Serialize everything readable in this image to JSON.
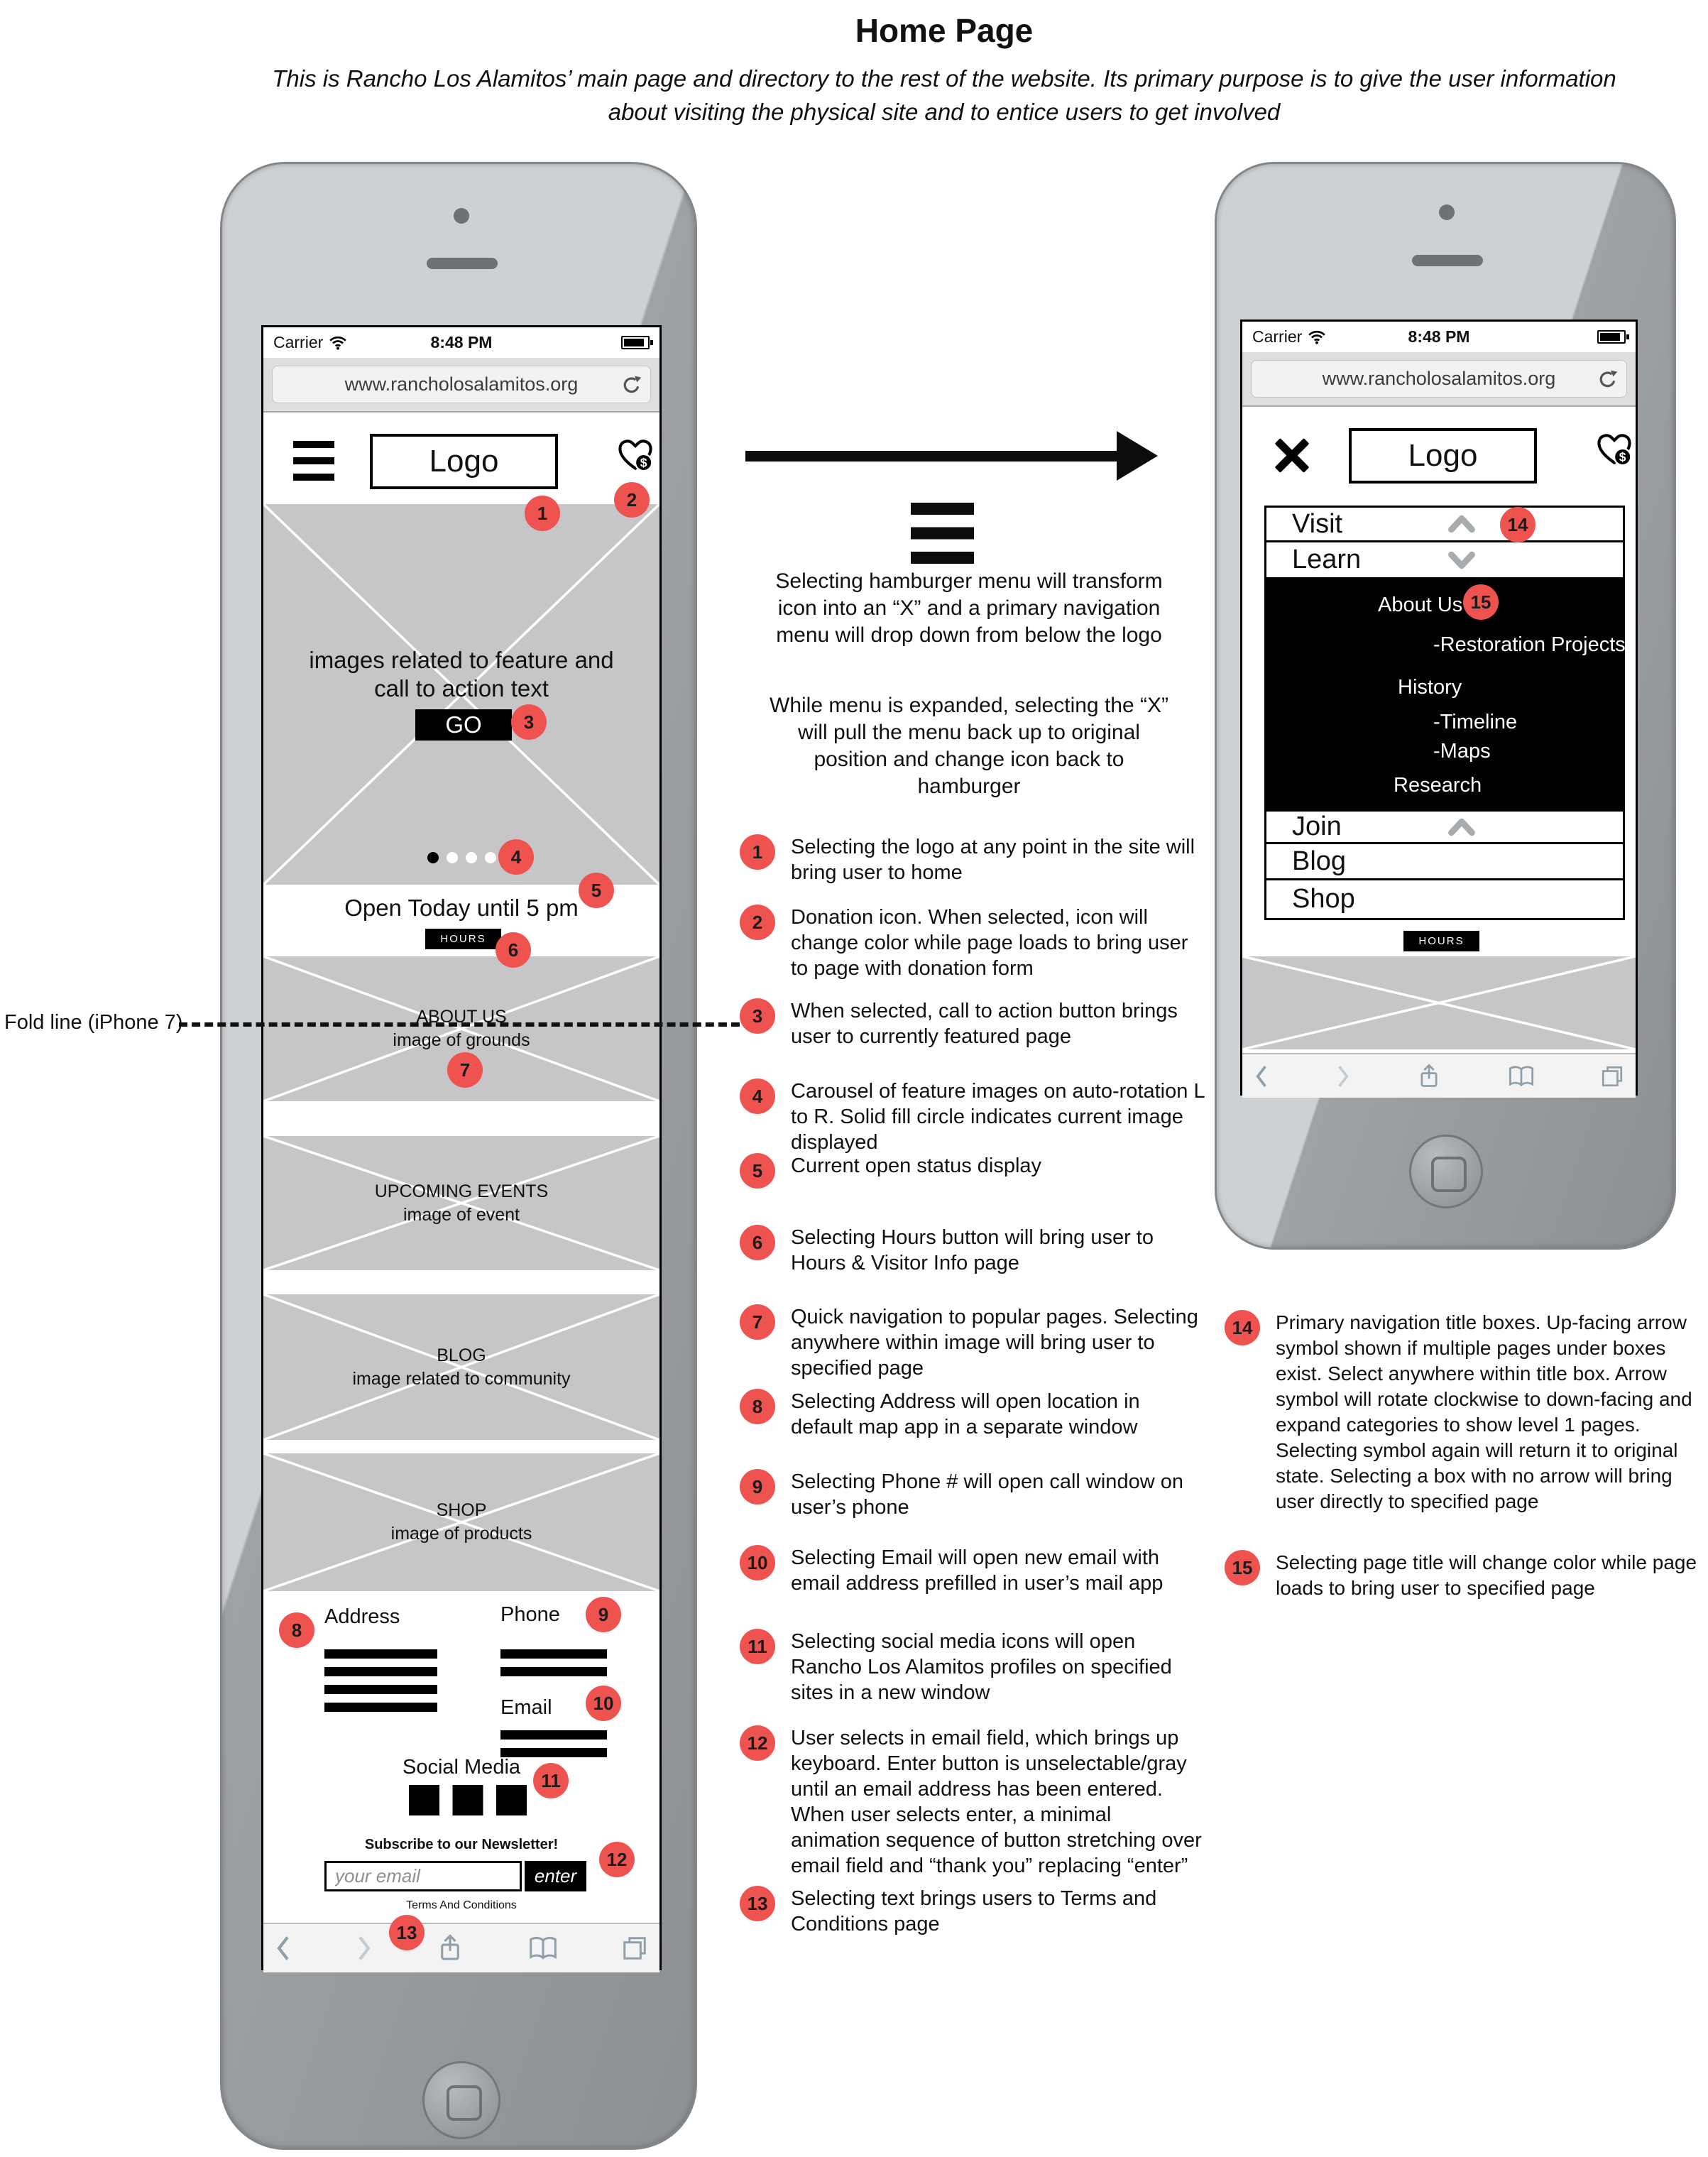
{
  "title": "Home Page",
  "subtitle": "This is Rancho Los Alamitos’ main page and directory to the rest of the website. Its primary purpose is to give the user information about visiting the physical site and to entice users to get involved",
  "fold_label": "Fold line (iPhone 7)",
  "status_bar": {
    "carrier": "Carrier",
    "time": "8:48 PM"
  },
  "url_bar": {
    "url": "www.rancholosalamitos.org"
  },
  "site_header": {
    "logo": "Logo"
  },
  "home": {
    "feature_text": "images related to feature and call to action text",
    "go_label": "GO",
    "open_status": "Open Today until 5 pm",
    "hours_label": "HOURS",
    "sections": [
      {
        "title": "ABOUT US",
        "desc": "image of grounds"
      },
      {
        "title": "UPCOMING EVENTS",
        "desc": "image of event"
      },
      {
        "title": "BLOG",
        "desc": "image related to community"
      },
      {
        "title": "SHOP",
        "desc": "image of products"
      }
    ],
    "address_label": "Address",
    "phone_label": "Phone",
    "email_label": "Email",
    "social_label": "Social Media",
    "newsletter_label": "Subscribe to our Newsletter!",
    "email_placeholder": "your email",
    "enter_label": "enter",
    "terms_label": "Terms And Conditions"
  },
  "hamburger_notes": {
    "note1": "Selecting hamburger menu will transform icon into an “X” and a primary navigation menu will drop down from below the logo",
    "note2": "While menu is expanded, selecting the “X” will pull the menu back up to original position and change icon back to hamburger"
  },
  "annotations": [
    {
      "num": "1",
      "text": "Selecting the logo at any point in the site will bring user to home"
    },
    {
      "num": "2",
      "text": "Donation icon. When selected, icon will change color while page loads to bring user to page with donation form"
    },
    {
      "num": "3",
      "text": "When selected, call to action button brings user to currently featured page"
    },
    {
      "num": "4",
      "text": "Carousel of feature images on auto-rotation L to R. Solid fill circle indicates current image displayed"
    },
    {
      "num": "5",
      "text": "Current open status display"
    },
    {
      "num": "6",
      "text": "Selecting Hours button will bring user to Hours & Visitor Info page"
    },
    {
      "num": "7",
      "text": "Quick navigation to popular pages. Selecting anywhere within image will bring user to specified page"
    },
    {
      "num": "8",
      "text": "Selecting Address will open location in default map app in a separate window"
    },
    {
      "num": "9",
      "text": "Selecting Phone # will open call window on user’s phone"
    },
    {
      "num": "10",
      "text": "Selecting Email will open new email with email address prefilled in user’s mail app"
    },
    {
      "num": "11",
      "text": "Selecting social media icons will open Rancho Los Alamitos profiles on specified sites in a new window"
    },
    {
      "num": "12",
      "text": "User selects in email field, which brings up keyboard. Enter button is unselectable/gray until an email address has been entered. When user selects enter, a minimal animation sequence of button stretching over email field and “thank you” replacing “enter”"
    },
    {
      "num": "13",
      "text": "Selecting text brings users to Terms and Conditions page"
    }
  ],
  "nav_menu": {
    "items_top": [
      {
        "label": "Visit",
        "arrow": "up"
      },
      {
        "label": "Learn",
        "arrow": "down"
      }
    ],
    "submenu": [
      {
        "label": "About Us"
      },
      {
        "label": "-Restoration Projects"
      },
      {
        "label": "History"
      },
      {
        "label": "-Timeline"
      },
      {
        "label": "-Maps"
      },
      {
        "label": "Research"
      }
    ],
    "items_bottom": [
      {
        "label": "Join",
        "arrow": "up"
      },
      {
        "label": "Blog",
        "arrow": ""
      },
      {
        "label": "Shop",
        "arrow": ""
      }
    ]
  },
  "annotations_right": [
    {
      "num": "14",
      "text": "Primary navigation title boxes. Up-facing arrow symbol shown if multiple pages under boxes exist. Select anywhere within title box. Arrow symbol will rotate clockwise to down-facing and expand categories to show level 1 pages. Selecting symbol again will return it to original state. Selecting a box with no arrow will bring user directly to specified page"
    },
    {
      "num": "15",
      "text": "Selecting page title will change color while page loads to bring user to specified page"
    }
  ]
}
